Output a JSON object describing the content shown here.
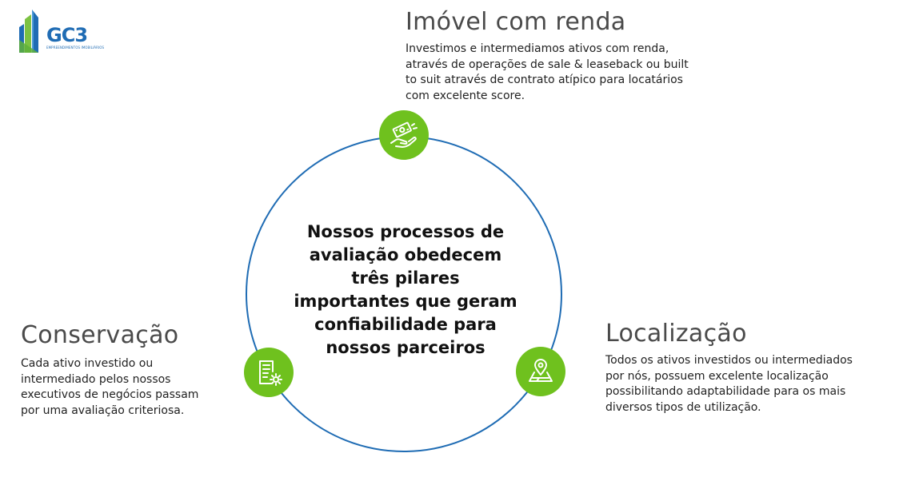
{
  "logo": {
    "text": "GC3",
    "subtitle": "EMPREENDIMENTOS IMOBILIÁRIOS",
    "icon": "building-logo-icon"
  },
  "center": {
    "text": "Nossos processos de avaliação obedecem três pilares importantes que geram confiabilidade para nossos parceiros"
  },
  "pillars": {
    "renda": {
      "title": "Imóvel com renda",
      "description": "Investimos e intermediamos ativos com renda, através de operações de sale & leaseback ou built to suit através de contrato atípico para locatários com excelente score.",
      "icon": "money-hand-icon"
    },
    "conservacao": {
      "title": "Conservação",
      "description": "Cada ativo investido ou intermediado pelos nossos executivos de negócios passam por uma avaliação criteriosa.",
      "icon": "document-gear-icon"
    },
    "localizacao": {
      "title": "Localização",
      "description": "Todos os ativos investidos ou intermediados por nós, possuem excelente localização possibilitando adaptabilidade para os mais diversos tipos de utilização.",
      "icon": "map-pin-icon"
    }
  },
  "colors": {
    "ring": "#1f6cb4",
    "badge": "#6fc11e",
    "logo_blue": "#1f6cb4",
    "logo_green": "#7cc242"
  }
}
